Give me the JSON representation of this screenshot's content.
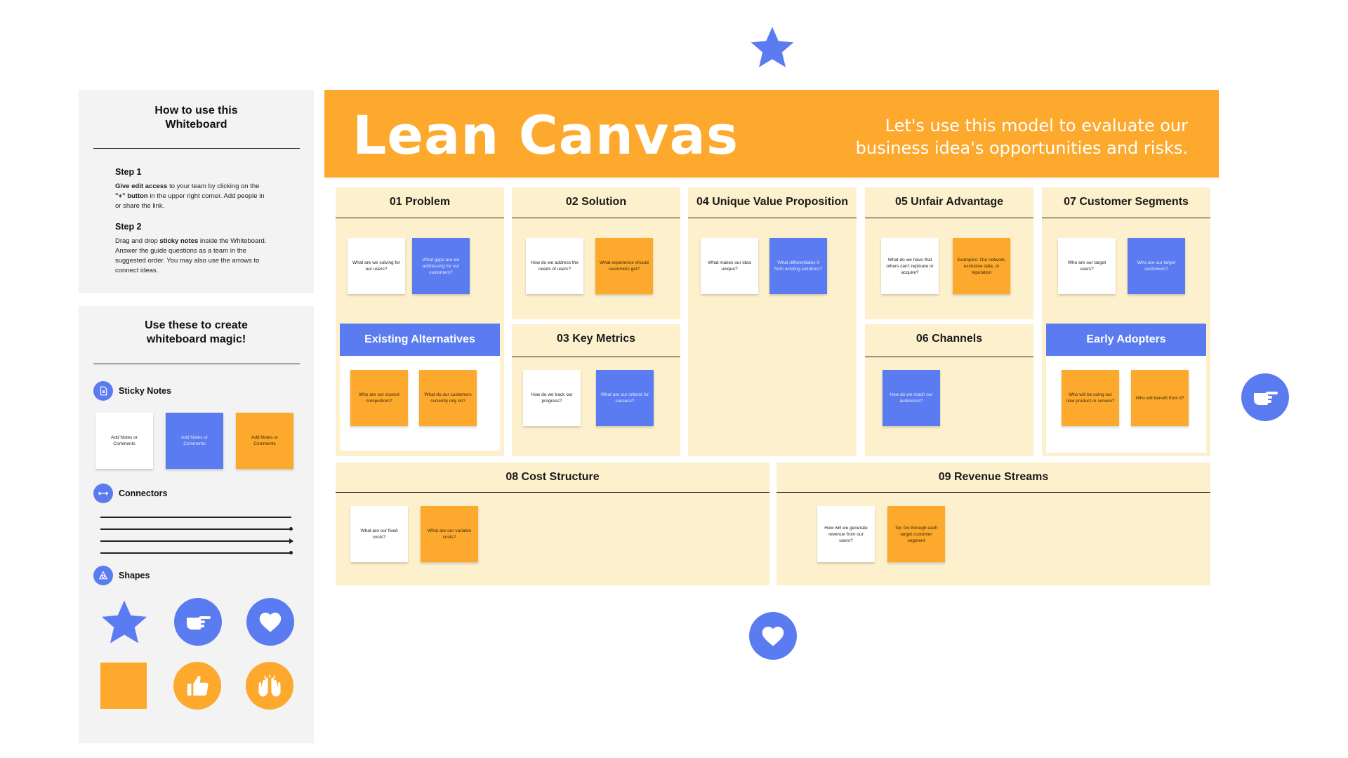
{
  "guide": {
    "title": "How to use this Whiteboard",
    "step1_heading": "Step 1",
    "step1_bold1": "Give edit access",
    "step1_text1": " to your team by clicking on the ",
    "step1_bold2": "\"+\" button",
    "step1_text2": " in the upper right corner. Add people in or share the link.",
    "step2_heading": "Step 2",
    "step2_text1": "Drag and drop ",
    "step2_bold": "sticky notes",
    "step2_text2": " inside the Whiteboard. Answer the guide questions as a team in the suggested order. You may also use the arrows to connect ideas."
  },
  "toolkit": {
    "title": "Use these to create whiteboard magic!",
    "sticky_label": "Sticky Notes",
    "sticky_notes": [
      "Add Notes or Comments",
      "Add Notes or Comments",
      "Add Notes or Comments"
    ],
    "connectors_label": "Connectors",
    "shapes_label": "Shapes"
  },
  "banner": {
    "title": "Lean Canvas",
    "subtitle": "Let's use this model to evaluate our business idea's opportunities and risks."
  },
  "canvas": {
    "problem": {
      "title": "01 Problem",
      "notes": [
        "What are we solving for our users?",
        "What gaps are we addressing for our customers?"
      ]
    },
    "alternatives": {
      "title": "Existing Alternatives",
      "notes": [
        "Who are our closest competitors?",
        "What do our customers currently rely on?"
      ]
    },
    "solution": {
      "title": "02 Solution",
      "notes": [
        "How do we address the needs of users?",
        "What experience should customers get?"
      ]
    },
    "metrics": {
      "title": "03 Key Metrics",
      "notes": [
        "How do we track our progress?",
        "What are our criteria for success?"
      ]
    },
    "uvp": {
      "title": "04 Unique Value Proposition",
      "notes": [
        "What makes our idea unique?",
        "What differentiates it from existing solutions?"
      ]
    },
    "advantage": {
      "title": "05 Unfair Advantage",
      "notes": [
        "What do we have that others can't replicate or acquire?",
        "Examples: Our network, exclusive data, or reputation"
      ]
    },
    "channels": {
      "title": "06 Channels",
      "notes": [
        "How do we reach our audiences?"
      ]
    },
    "segments": {
      "title": "07 Customer Segments",
      "notes": [
        "Who are our target users?",
        "Who are our target customers?"
      ]
    },
    "adopters": {
      "title": "Early Adopters",
      "notes": [
        "Who will be using our new product or service?",
        "Who will benefit from it?"
      ]
    },
    "cost": {
      "title": "08 Cost Structure",
      "notes": [
        "What are our fixed costs?",
        "What are our variable costs?"
      ]
    },
    "revenue": {
      "title": "09 Revenue Streams",
      "notes": [
        "How will we generate revenue from our users?",
        "Tip: Go through each target customer segment"
      ]
    }
  },
  "colors": {
    "accent_blue": "#5b7cf0",
    "accent_orange": "#fca92e",
    "cell_bg": "#fdf0cc",
    "panel_bg": "#f3f3f3"
  },
  "icons": [
    "star-icon",
    "pointing-hand-icon",
    "heart-icon",
    "document-icon",
    "connector-icon",
    "shapes-icon",
    "thumbs-up-icon",
    "raised-hands-icon"
  ]
}
